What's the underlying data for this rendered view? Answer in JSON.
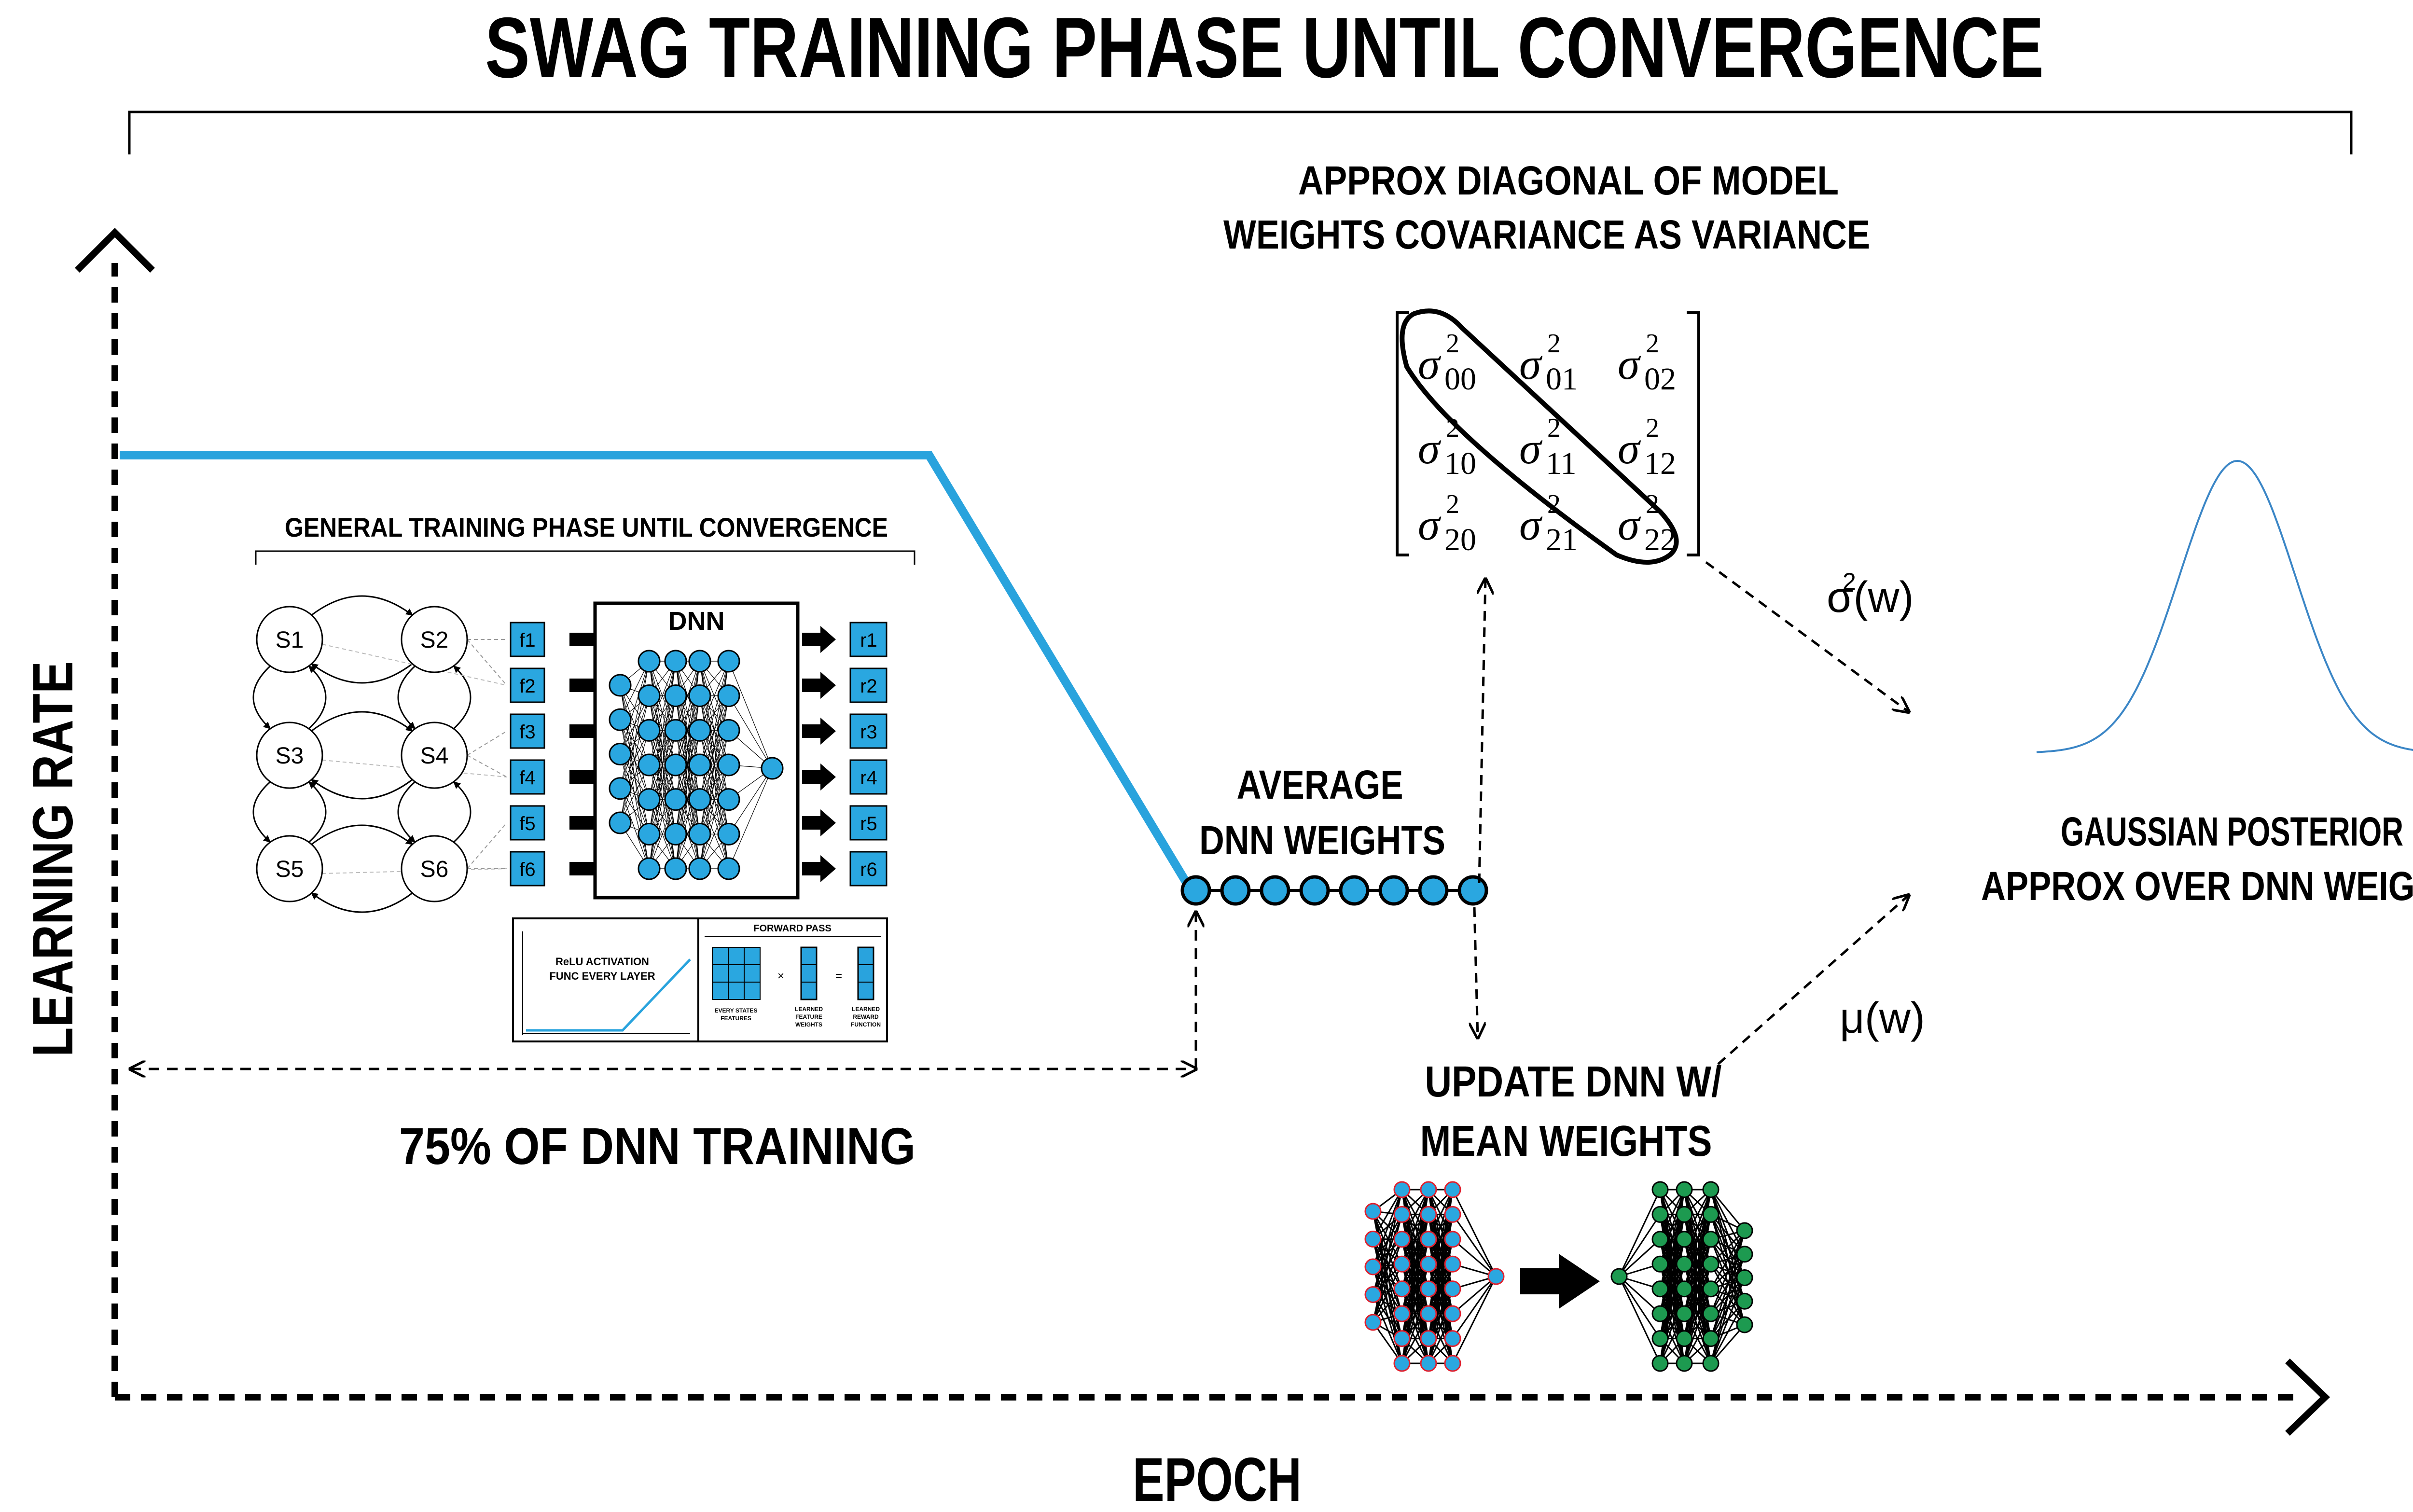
{
  "title": "SWAG TRAINING PHASE UNTIL CONVERGENCE",
  "axes": {
    "y_label": "LEARNING RATE",
    "x_label": "EPOCH"
  },
  "general_phase": {
    "title": "GENERAL TRAINING PHASE UNTIL CONVERGENCE",
    "states": [
      "S1",
      "S2",
      "S3",
      "S4",
      "S5",
      "S6"
    ],
    "features": [
      "f1",
      "f2",
      "f3",
      "f4",
      "f5",
      "f6"
    ],
    "rewards": [
      "r1",
      "r2",
      "r3",
      "r4",
      "r5",
      "r6"
    ],
    "dnn_label": "DNN",
    "activation_label_1": "ReLU ACTIVATION",
    "activation_label_2": "FUNC EVERY LAYER",
    "forward_pass_label": "FORWARD PASS",
    "times_symbol": "×",
    "equals_symbol": "=",
    "states_features_1": "EVERY STATES",
    "states_features_2": "FEATURES",
    "learned_weights_1": "LEARNED",
    "learned_weights_2": "FEATURE",
    "learned_weights_3": "WEIGHTS",
    "learned_reward_1": "LEARNED",
    "learned_reward_2": "REWARD",
    "learned_reward_3": "FUNCTION"
  },
  "training_span_label": "75% OF DNN TRAINING",
  "average_label_1": "AVERAGE",
  "average_label_2": "DNN WEIGHTS",
  "covariance_title_1": "APPROX DIAGONAL OF  MODEL",
  "covariance_title_2": "WEIGHTS  COVARIANCE AS VARIANCE",
  "covariance_matrix": [
    [
      {
        "sub": "00"
      },
      {
        "sub": "01"
      },
      {
        "sub": "02"
      }
    ],
    [
      {
        "sub": "10"
      },
      {
        "sub": "11"
      },
      {
        "sub": "12"
      }
    ],
    [
      {
        "sub": "20"
      },
      {
        "sub": "21"
      },
      {
        "sub": "22"
      }
    ]
  ],
  "sigma_symbol": "σ",
  "sup": "2",
  "variance_label": "σ(w)",
  "mean_label": "μ(w)",
  "update_label_1": "UPDATE DNN W/",
  "update_label_2": "MEAN WEIGHTS",
  "posterior_label_1": "GAUSSIAN POSTERIOR",
  "posterior_label_2": "APPROX OVER DNN WEIGHTS",
  "colors": {
    "accent_blue": "#29a3dd",
    "node_blue": "#2aa7e0",
    "update_red": "#e0202e",
    "update_green": "#1d9a50",
    "gaussian_line": "#3b86c6",
    "ink": "#000000"
  }
}
